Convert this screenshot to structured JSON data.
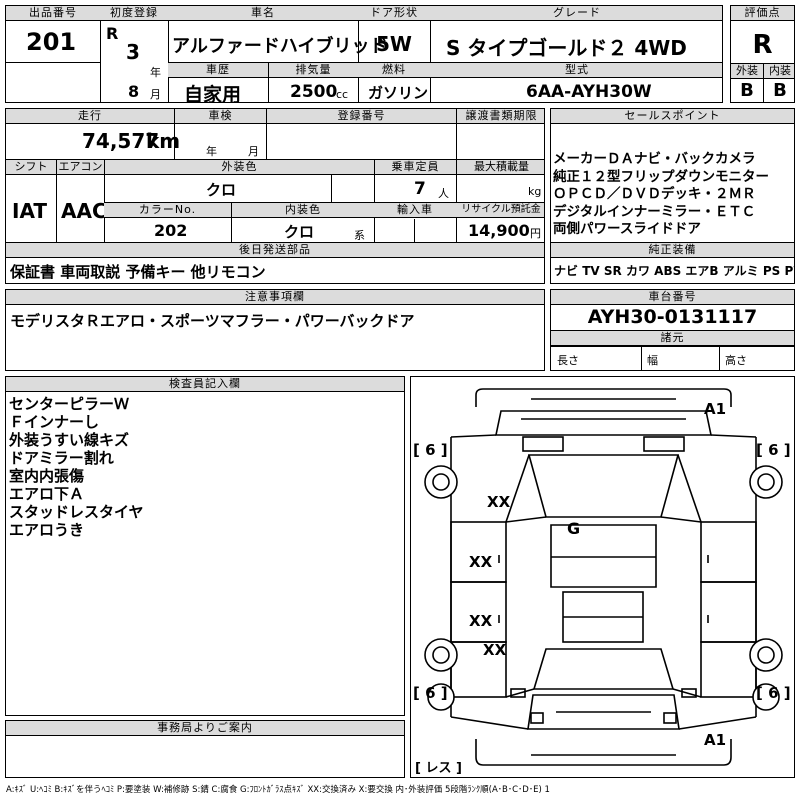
{
  "header": {
    "lot_label": "出品番号",
    "lot": "201",
    "first_reg_label": "初度登録",
    "era": "R",
    "year": "3",
    "year_unit": "年",
    "month": "8",
    "month_unit": "月",
    "name_label": "車名",
    "name": "アルファードハイブリッド",
    "door_label": "ドア形状",
    "door": "5W",
    "grade_label": "グレード",
    "grade": "S タイプゴールド２ 4WD",
    "score_label": "評価点",
    "score": "R",
    "history_label": "車歴",
    "history": "自家用",
    "displacement_label": "排気量",
    "displacement": "2500",
    "displacement_unit": "cc",
    "fuel_label": "燃料",
    "fuel": "ガソリン",
    "model_label": "型式",
    "model": "6AA-AYH30W",
    "exterior_label": "外装",
    "exterior": "B",
    "interior_label": "内装",
    "interior": "B"
  },
  "spec": {
    "mileage_label": "走行",
    "mileage": "74,577",
    "mileage_unit": "km",
    "inspection_label": "車検",
    "inspection_year_unit": "年",
    "inspection_month_unit": "月",
    "regno_label": "登録番号",
    "transfer_label": "譲渡書類期限",
    "shift_label": "シフト",
    "shift": "IAT",
    "ac_label": "エアコン",
    "ac": "AAC",
    "color_label": "外装色",
    "color": "クロ",
    "capacity_label": "乗車定員",
    "capacity": "7",
    "capacity_unit": "人",
    "load_label": "最大積載量",
    "load_unit": "kg",
    "colorno_label": "カラーNo.",
    "colorno": "202",
    "intcolor_label": "内装色",
    "intcolor": "クロ",
    "intcolor_unit": "系",
    "import_label": "輸入車",
    "recycle_label": "リサイクル預託金",
    "recycle": "14,900",
    "recycle_unit": "円",
    "delivery_label": "後日発送部品",
    "delivery": "保証書 車両取説 予備キー 他リモコン"
  },
  "sales": {
    "label": "セールスポイント",
    "lines": [
      "メーカーＤＡナビ・バックカメラ",
      "純正１２型フリップダウンモニター",
      "ＯＰＣＤ／ＤＶＤデッキ・２ＭＲ",
      "デジタルインナーミラー・ＥＴＣ",
      "両側パワースライドドア"
    ],
    "equip_label": "純正装備",
    "equip": [
      "ナビ",
      "TV",
      "SR",
      "カワ",
      "ABS",
      "エアB",
      "アルミ",
      "PS",
      "PW"
    ]
  },
  "notes": {
    "label": "注意事項欄",
    "text": "モデリスタＲエアロ・スポーツマフラー・パワーバックドア"
  },
  "chassis": {
    "label": "車台番号",
    "number": "AYH30-0131117",
    "dims_label": "諸元",
    "length_label": "長さ",
    "width_label": "幅",
    "height_label": "高さ"
  },
  "inspector": {
    "label": "検査員記入欄",
    "lines": [
      "センターピラーＷ",
      "Ｆインナーし",
      "外装うすい線キズ",
      "ドアミラー割れ",
      "室内内張傷",
      "エアロ下Ａ",
      "スタッドレスタイヤ",
      "エアロうき"
    ]
  },
  "diagram": {
    "a1_top": "A1",
    "a1_bottom": "A1",
    "g": "G",
    "xx1": "XX",
    "xx2": "XX",
    "xx3": "XX",
    "xx4": "XX",
    "tire_fl": "[ 6 ]",
    "tire_fr": "[ 6 ]",
    "tire_rl": "[ 6 ]",
    "tire_rr": "[ 6 ]",
    "spare": "[ レス ]"
  },
  "office": {
    "label": "事務局よりご案内"
  },
  "legend": "A:ｷｽﾞ U:ﾍｺﾐ B:ｷｽﾞを伴うﾍｺﾐ P:要塗装 W:補修跡 S:錆 C:腐食 G:ﾌﾛﾝﾄｶﾞﾗｽ点ｷｽﾞ XX:交換済み X:要交換 内･外装評価 5段階ﾗﾝｸ順(A･B･C･D･E) 1"
}
